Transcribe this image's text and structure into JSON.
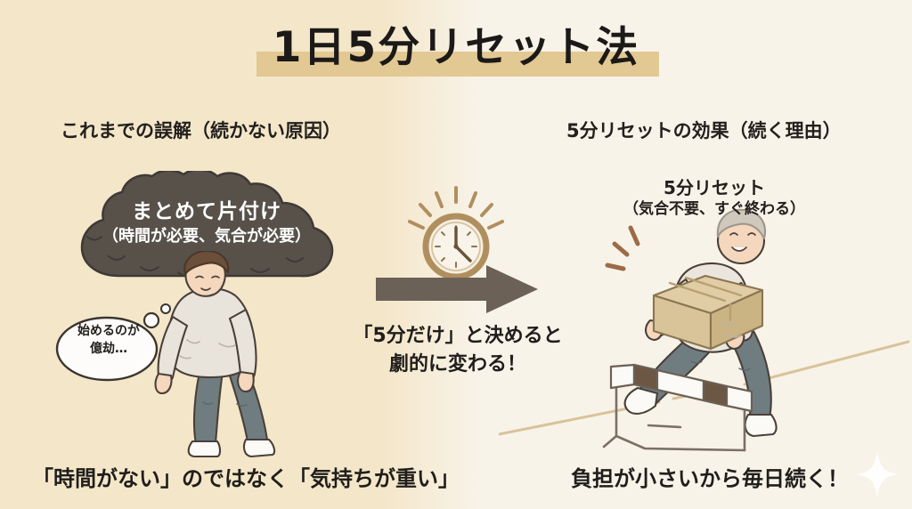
{
  "page": {
    "title": "1日5分リセット法",
    "bg_left_color": "#f4e6c9",
    "bg_right_color": "#f8f3e9",
    "title_highlight_color": "#e2c893",
    "title_text_color": "#1c1a18"
  },
  "sections": {
    "left_header": "これまでの誤解（続かない原因）",
    "right_header": "5分リセットの効果（続く理由）"
  },
  "left_panel": {
    "cloud": {
      "line1": "まとめて片付け",
      "line2": "（時間が必要、気合が必要）",
      "fill_color": "#57514a",
      "text_color": "#ffffff"
    },
    "thought_bubble": {
      "line1": "始めるのが",
      "line2": "億劫…",
      "fill_color": "#fdfcfa",
      "text_color": "#22201d"
    },
    "figure": {
      "name": "slumped-person",
      "hair_color": "#6b4f3a",
      "top_color": "#e8e4db",
      "pants_color": "#6f7c80",
      "shoe_color": "#fbfaf7",
      "skin_color": "#f4d7bd"
    },
    "bottom_caption": "「時間がない」のではなく「気持ちが重い」"
  },
  "center": {
    "clock": {
      "name": "clock-illustration",
      "ring_color": "#b39263",
      "face_color": "#f6efe2",
      "hand_color": "#6a5339",
      "ray_count": 9
    },
    "arrow": {
      "name": "right-arrow",
      "color": "#6c6157"
    },
    "caption_line1": "「5分だけ」と決めると",
    "caption_line2": "劇的に変わる！"
  },
  "right_panel": {
    "label_line1": "5分リセット",
    "label_line2": "（気合不要、すぐ終わる）",
    "figure": {
      "name": "person-jumping-hurdle-with-box",
      "hair_color": "#cfc9bd",
      "top_color": "#eae6dd",
      "pants_color": "#6f7c80",
      "shoe_color": "#fbfaf7",
      "skin_color": "#f4d7bd",
      "box_color": "#d9c49a",
      "box_tape_color": "#b8a072",
      "motion_mark_color": "#9c6b45"
    },
    "hurdle": {
      "name": "hurdle",
      "bar_white": "#fbfaf7",
      "bar_dark": "#6b5744",
      "frame_color": "#8a7f72"
    },
    "track_line_color": "#d9c39a",
    "sparkle_color": "#ffffff",
    "bottom_caption": "負担が小さいから毎日続く！"
  }
}
